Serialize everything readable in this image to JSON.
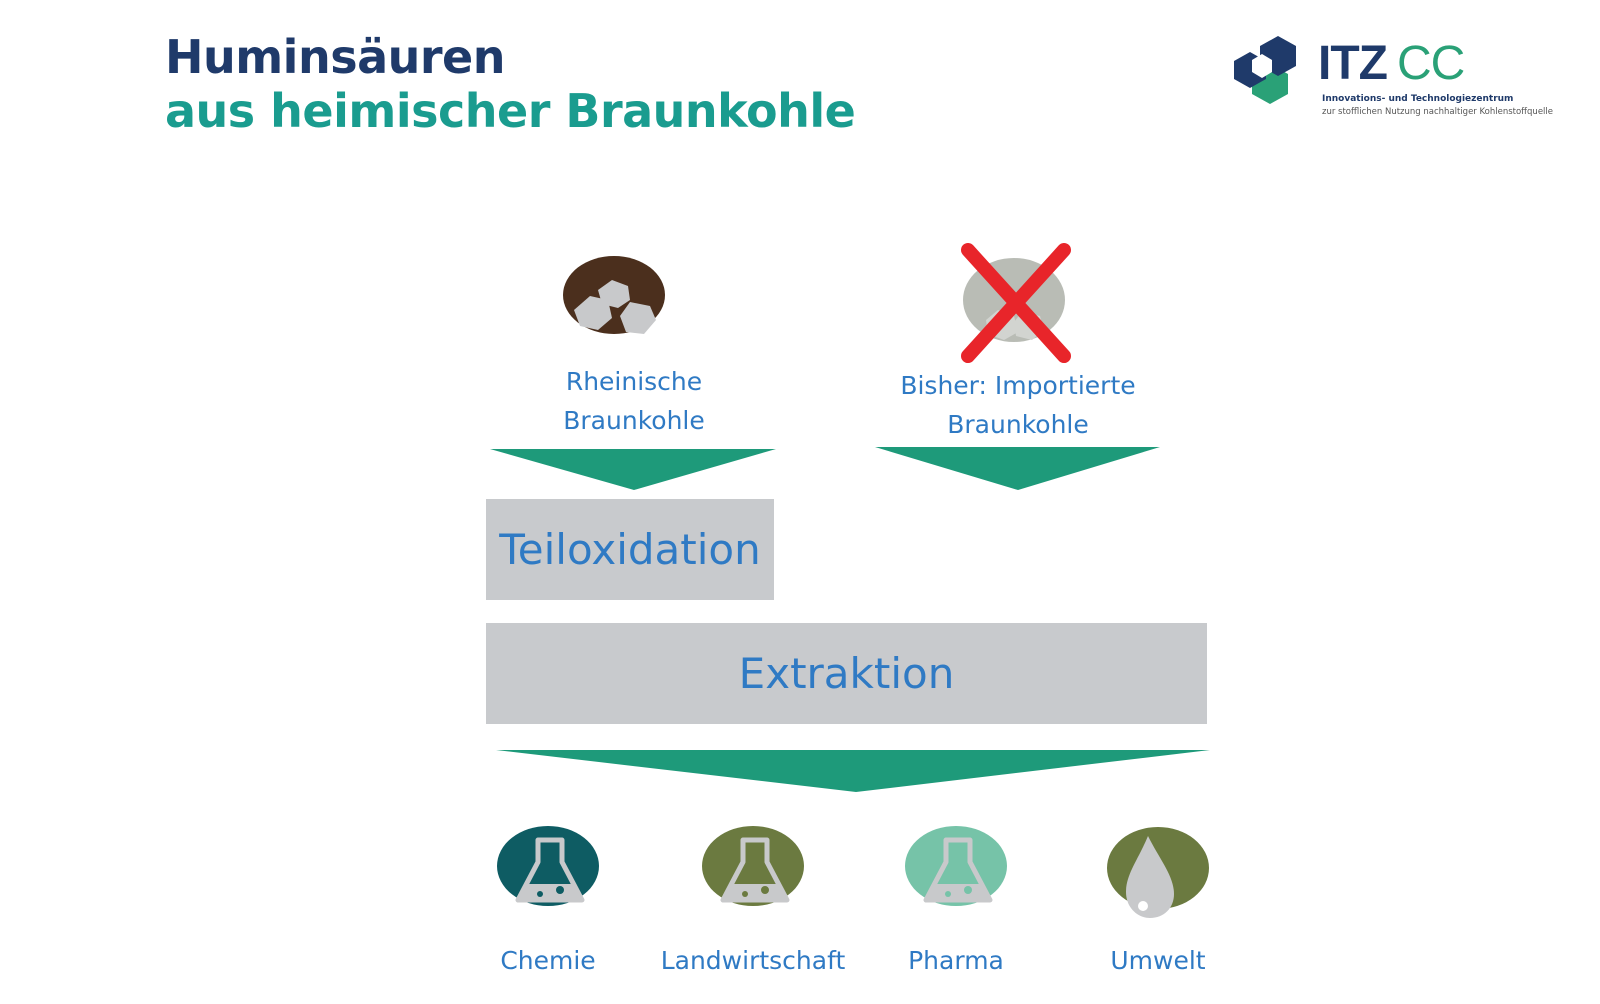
{
  "title": {
    "line1": "Huminsäuren",
    "line2": "aus heimischer Braunkohle"
  },
  "logo": {
    "name": "ITZ",
    "suffix": "CC",
    "subtitle_line1": "Innovations- und Technologiezentrum",
    "subtitle_line2": "zur stofflichen Nutzung nachhaltiger Kohlenstoffquelle"
  },
  "sources": [
    {
      "line1": "Rheinische",
      "line2": "Braunkohle",
      "status": "aktiv",
      "icon": "coal-icon"
    },
    {
      "line1": "Bisher: Importierte",
      "line2": "Braunkohle",
      "status": "durchgestrichen",
      "icon": "crossed-coal-icon"
    }
  ],
  "process": {
    "step1": "Teiloxidation",
    "step2": "Extraktion"
  },
  "applications": [
    {
      "label": "Chemie",
      "icon": "flask-icon",
      "color": "#0e5c63"
    },
    {
      "label": "Landwirtschaft",
      "icon": "flask-icon",
      "color": "#6b7a40"
    },
    {
      "label": "Pharma",
      "icon": "flask-icon",
      "color": "#76c3a8"
    },
    {
      "label": "Umwelt",
      "icon": "drop-icon",
      "color": "#6b7a40"
    }
  ],
  "colors": {
    "title_dark": "#1f3a6a",
    "title_teal": "#1a9c8f",
    "arrow_green": "#1e9a7a",
    "box_gray": "#c8cacd",
    "label_blue": "#2f7ac4",
    "cross_red": "#e8252a"
  }
}
